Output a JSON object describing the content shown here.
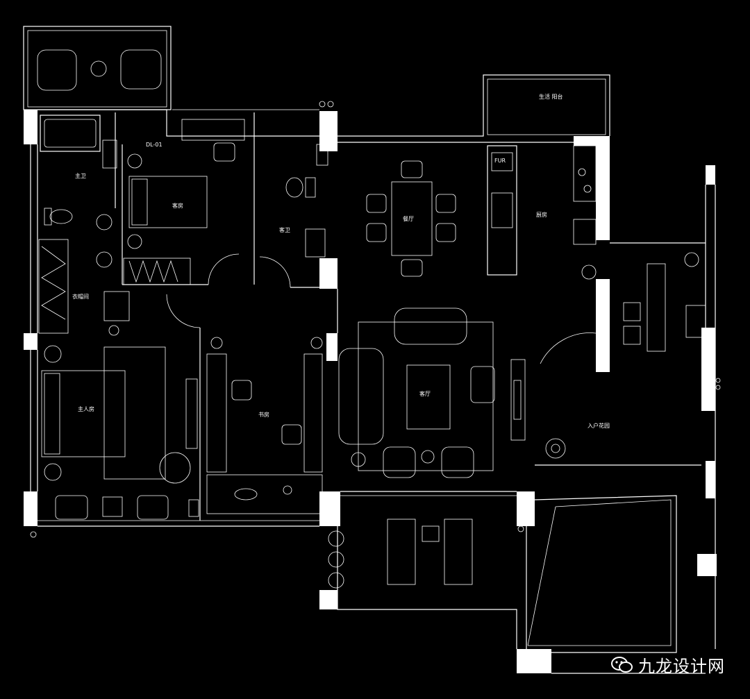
{
  "rooms": {
    "balcony_living": "生活\n阳台",
    "master_bath": "主卫",
    "hl": "DL-01",
    "guest_room": "客房",
    "guest_bath": "客卫",
    "dining": "餐厅",
    "fur": "FUR",
    "kitchen": "厨房",
    "closet": "衣帽间",
    "master_bedroom": "主人房",
    "study": "书房",
    "living": "客厅",
    "foyer": "入户花园"
  },
  "watermark": {
    "text": "九龙设计网",
    "icon": "wechat-icon"
  }
}
